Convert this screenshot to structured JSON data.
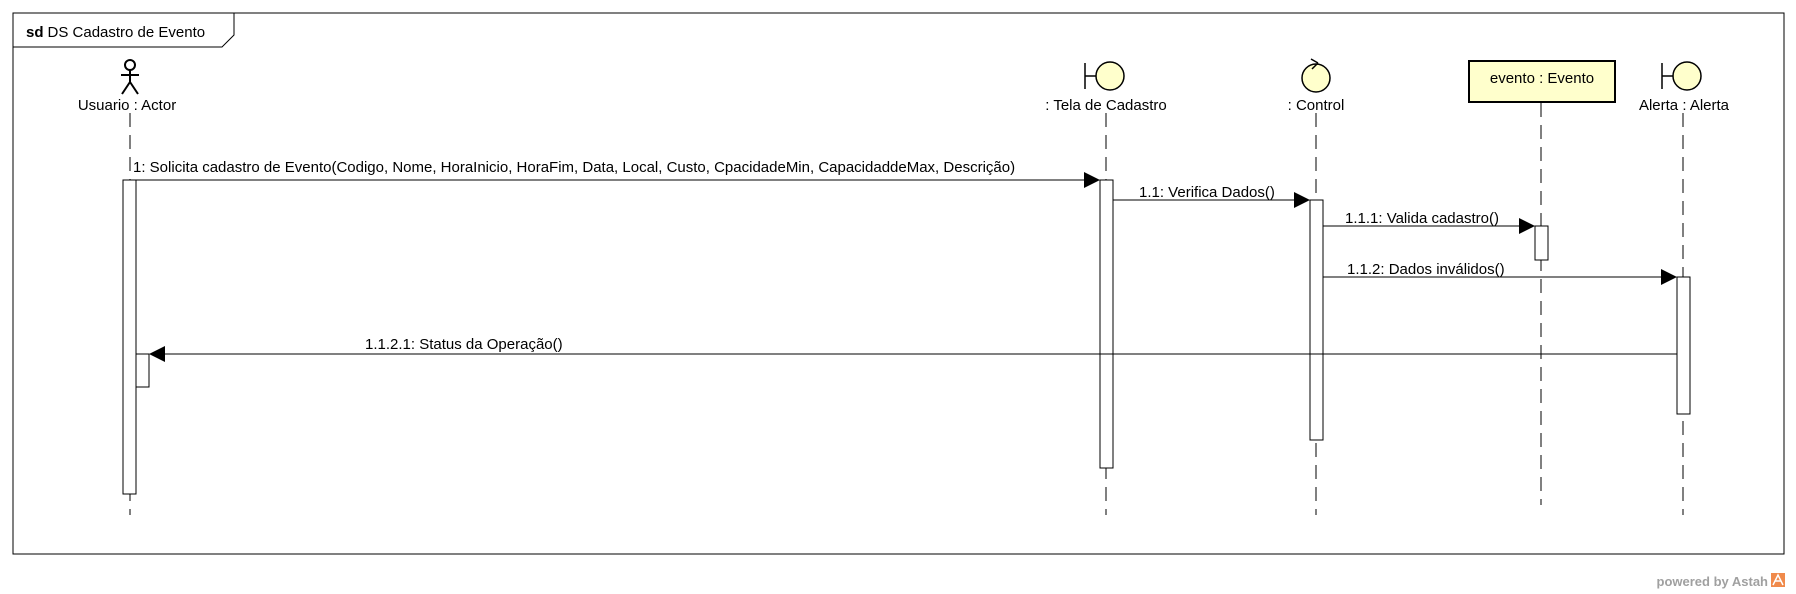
{
  "frame": {
    "keyword": "sd",
    "title": "DS Cadastro de Evento"
  },
  "lifelines": [
    {
      "id": "usuario",
      "label": "Usuario : Actor",
      "kind": "actor-icon"
    },
    {
      "id": "tela",
      "label": ": Tela de Cadastro",
      "kind": "boundary-icon"
    },
    {
      "id": "control",
      "label": ": Control",
      "kind": "control-icon"
    },
    {
      "id": "evento",
      "label": "evento : Evento",
      "kind": "entity-box"
    },
    {
      "id": "alerta",
      "label": "Alerta : Alerta",
      "kind": "boundary-icon"
    }
  ],
  "messages": [
    {
      "id": "m1",
      "label": "1: Solicita cadastro de Evento(Codigo, Nome, HoraInicio, HoraFim, Data, Local, Custo, CpacidadeMin, CapacidaddeMax, Descrição)",
      "from": "usuario",
      "to": "tela"
    },
    {
      "id": "m2",
      "label": "1.1: Verifica Dados()",
      "from": "tela",
      "to": "control"
    },
    {
      "id": "m3",
      "label": "1.1.1: Valida cadastro()",
      "from": "control",
      "to": "evento"
    },
    {
      "id": "m4",
      "label": "1.1.2: Dados inválidos()",
      "from": "control",
      "to": "alerta"
    },
    {
      "id": "m5",
      "label": "1.1.2.1: Status da Operação()",
      "from": "alerta",
      "to": "usuario"
    }
  ],
  "colors": {
    "stroke": "#000000",
    "lifeline_fill": "#ffffcc",
    "activation_fill": "#ffffff",
    "watermark_text": "#a0a0a0",
    "watermark_logo": "#f08a4b"
  },
  "watermark": {
    "text": "powered by Astah",
    "icon": "astah-logo-icon"
  }
}
